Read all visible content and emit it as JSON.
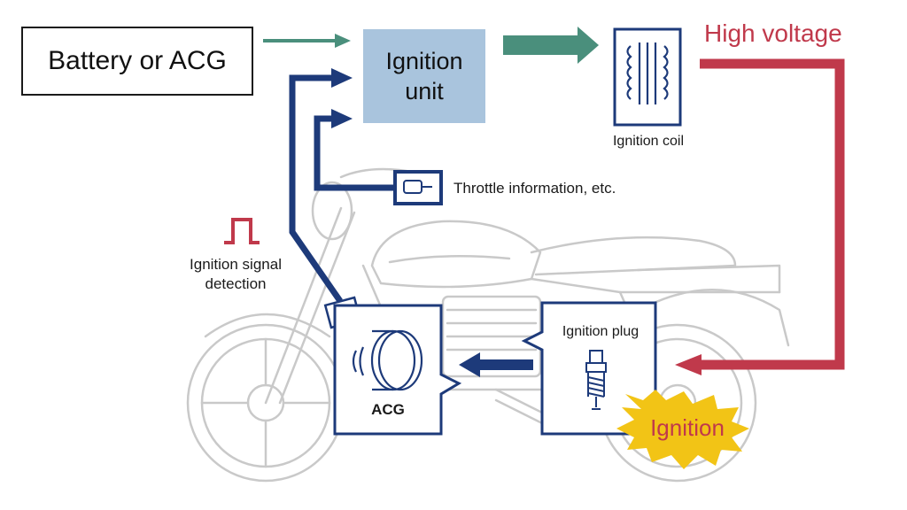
{
  "labels": {
    "battery": "Battery or ACG",
    "ignition_unit_line1": "Ignition",
    "ignition_unit_line2": "unit",
    "ignition_coil": "Ignition coil",
    "high_voltage": "High voltage",
    "throttle": "Throttle information, etc.",
    "signal_line1": "Ignition signal",
    "signal_line2": "detection",
    "plug": "Ignition plug",
    "acg": "ACG",
    "ignition": "Ignition"
  },
  "colors": {
    "green_arrow": "#4a8f7c",
    "navy": "#1d3a7a",
    "red": "#c0394b",
    "unit_fill": "#a9c4dd",
    "spark_fill": "#f2c416",
    "bike_line": "#c8c8c8"
  }
}
